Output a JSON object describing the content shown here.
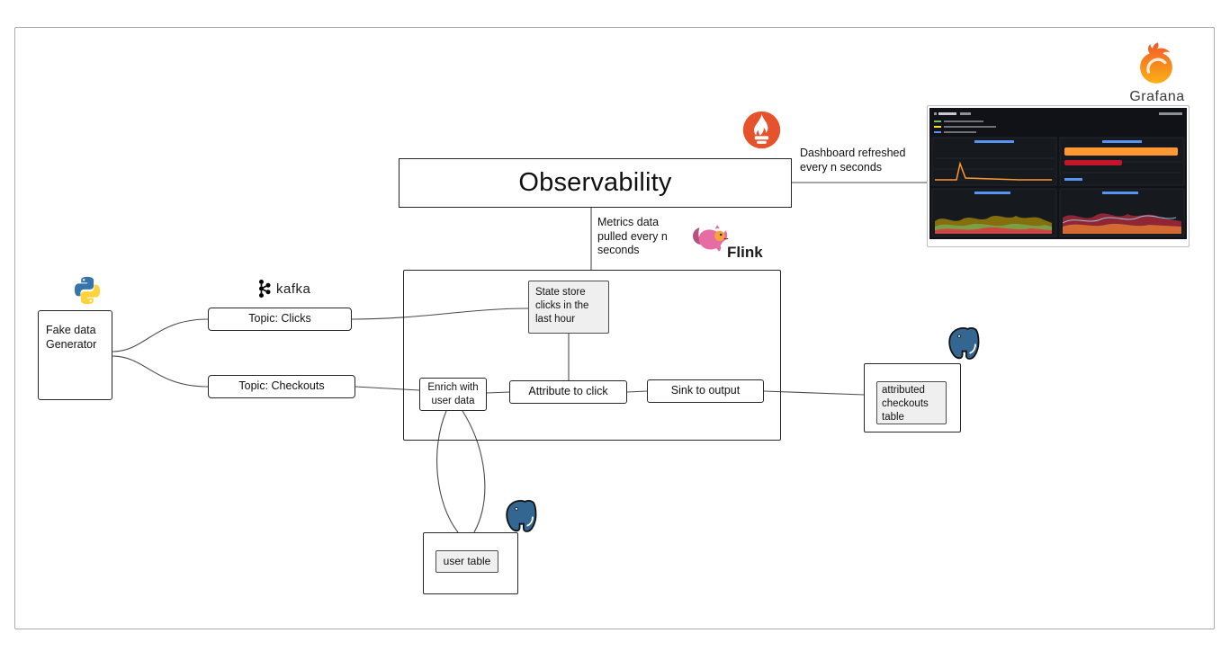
{
  "nodes": {
    "observability": "Observability",
    "fake_data_generator": "Fake data Generator",
    "topic_clicks": "Topic: Clicks",
    "topic_checkouts": "Topic: Checkouts",
    "state_store": "State store clicks in the last hour",
    "enrich_with_user_data": "Enrich with user data",
    "attribute_to_click": "Attribute to click",
    "sink_to_output": "Sink to output",
    "attributed_checkouts_table": "attributed checkouts table",
    "user_table": "user table"
  },
  "annotations": {
    "metrics_pull": "Metrics data pulled every n seconds",
    "dashboard_refresh": "Dashboard refreshed every n seconds"
  },
  "logos": {
    "kafka": "kafka",
    "flink": "Flink",
    "grafana": "Grafana"
  },
  "icons": {
    "python": "python-icon",
    "kafka": "kafka-icon",
    "prometheus": "prometheus-icon",
    "flink": "flink-squirrel-icon",
    "grafana": "grafana-flame-icon",
    "postgresql": "postgresql-elephant-icon",
    "dashboard": "grafana-dashboard-thumbnail"
  },
  "colors": {
    "prometheus_orange": "#E6522C",
    "python_blue": "#3674A9",
    "python_yellow": "#FFD43B",
    "postgres_blue": "#336791",
    "flink_pink": "#E76CA4",
    "flink_orange": "#F9A13A",
    "grafana_orange_start": "#F05A28",
    "grafana_orange_end": "#FCB116",
    "dashboard_background": "#111217",
    "dashboard_orange": "#FF9830",
    "node_fill_gray": "#EFEFEF",
    "edge_stroke": "#4A4A4A"
  }
}
